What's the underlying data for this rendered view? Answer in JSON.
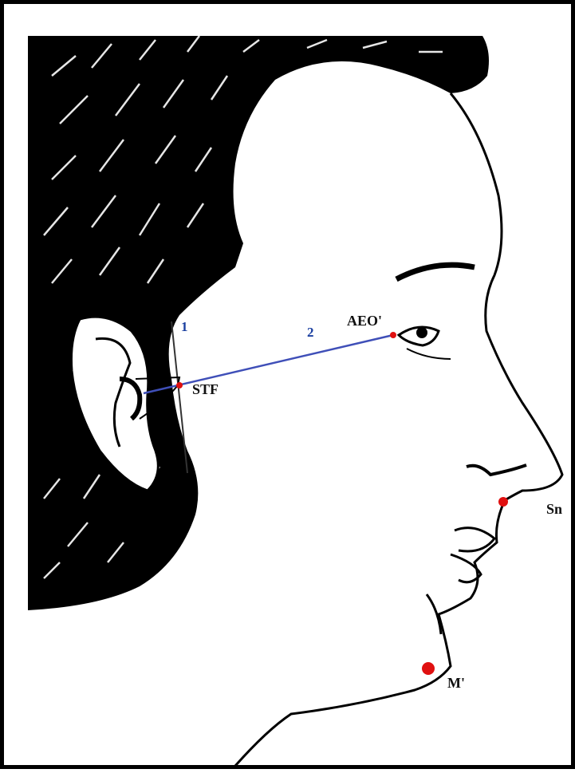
{
  "figure": {
    "labels": {
      "line1": "1",
      "line2": "2",
      "aeo": "AEO'",
      "stf": "STF",
      "sn": "Sn",
      "m": "M'"
    },
    "colors": {
      "hair": "#000000",
      "outline": "#000000",
      "reference_line_2": "#3f4fb8",
      "vertical_line_1": "#333333",
      "landmark_point": "#e01010"
    },
    "landmarks": [
      "AEO'",
      "STF",
      "Sn",
      "M'"
    ]
  }
}
